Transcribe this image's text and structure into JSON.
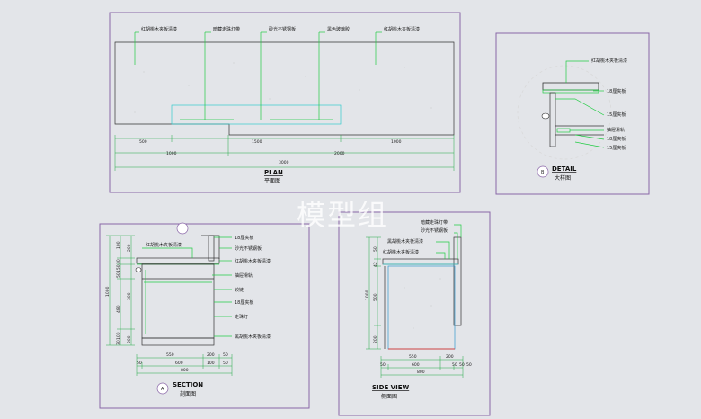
{
  "watermark": "模型组",
  "plan": {
    "title": "PLAN",
    "subtitle": "平面图",
    "labels": [
      "红胡桃木夹板清漆",
      "暗藏走珠灯带",
      "砂光不锈钢板",
      "黑色玻璃胶",
      "红胡桃木夹板清漆"
    ],
    "dims_row1": [
      "500",
      "1500",
      "1000"
    ],
    "dims_row2": [
      "1000",
      "2000"
    ],
    "dims_total": "3000"
  },
  "detail": {
    "title": "DETAIL",
    "subtitle": "大样图",
    "marker": "B",
    "labels": [
      "红胡桃木夹板清漆",
      "18厘夹板",
      "15厘夹板",
      "抽屉滑轨",
      "18厘夹板",
      "15厘夹板"
    ]
  },
  "section": {
    "title": "SECTION",
    "subtitle": "剖面图",
    "marker": "A",
    "labels_right": [
      "18厘夹板",
      "砂光不锈钢板",
      "红胡桃木夹板清漆",
      "抽屉滑轨",
      "铰链",
      "18厘夹板",
      "走珠灯",
      "黑胡桃木夹板清漆"
    ],
    "label_left": "红胡桃木夹板清漆",
    "vdims_outer": [
      "1000"
    ],
    "vdims_inner": [
      "100",
      "150",
      "50",
      "30",
      "480",
      "100",
      "30"
    ],
    "vdims_mid": [
      "200",
      "300",
      "200"
    ],
    "hdims_row1": [
      "550",
      "200",
      "50"
    ],
    "hdims_row2": [
      "50",
      "600",
      "100",
      "50"
    ],
    "hdims_total": "800"
  },
  "side": {
    "title": "SIDE VIEW",
    "subtitle": "侧面图",
    "labels": [
      "暗藏走珠灯带",
      "砂光不锈钢板",
      "黑胡桃木夹板清漆",
      "红胡桃木夹板清漆"
    ],
    "vdims": [
      "50",
      "42",
      "500",
      "200"
    ],
    "vdims_total": "1000",
    "hdims_row1": [
      "550",
      "200"
    ],
    "hdims_row2": [
      "50",
      "600",
      "50",
      "50",
      "50"
    ],
    "hdims_total": "800"
  }
}
